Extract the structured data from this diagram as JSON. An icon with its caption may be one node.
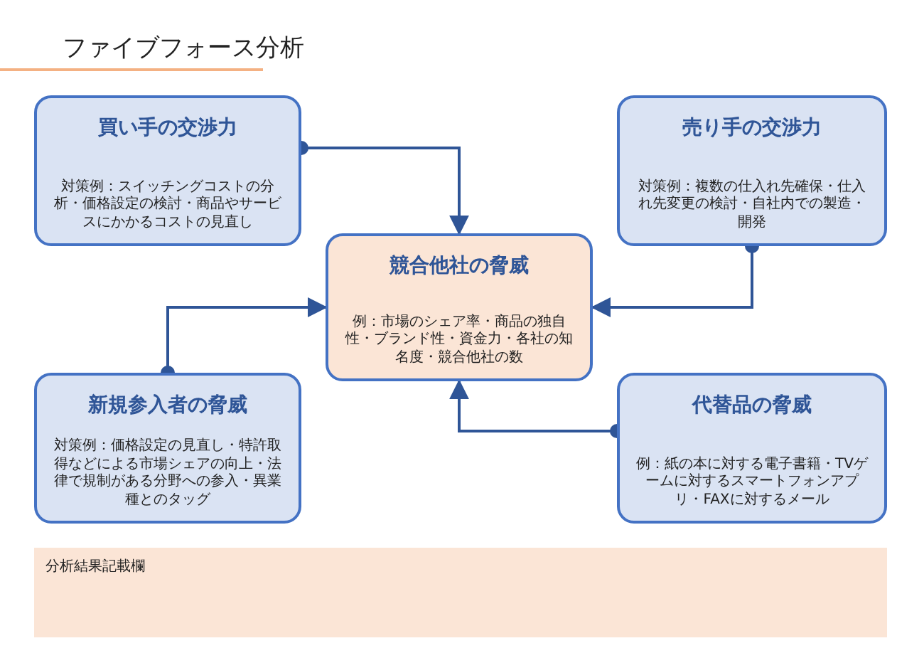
{
  "diagram": {
    "title": "ファイブフォース分析",
    "nodes": [
      {
        "text": [
          "買い手の交渉力",
          "対策例：スイッチングコストの分析・価格設定の検討・商品やサービスにかかるコストの見直し"
        ]
      },
      {
        "text": [
          "売り手の交渉力",
          "対策例：複数の仕入れ先確保・仕入れ先変更の検討・自社内での製造・開発"
        ]
      },
      {
        "text": [
          "競合他社の脅威",
          "例：市場のシェア率・商品の独自性・ブランド性・資金力・各社の知名度・競合他社の数"
        ]
      },
      {
        "text": [
          "新規参入者の脅威",
          "対策例：価格設定の見直し・特許取得などによる市場シェアの向上・法律で規制がある分野への参入・異業種とのタッグ"
        ]
      },
      {
        "text": [
          "代替品の脅威",
          "例：紙の本に対する電子書籍・TVゲームに対するスマートフォンアプリ・FAXに対するメール"
        ]
      },
      {
        "text": [
          "分析結果記載欄"
        ]
      }
    ],
    "edges": [
      {
        "from": 0,
        "to": 2,
        "arrow": "to"
      },
      {
        "from": 1,
        "to": 2,
        "arrow": "to"
      },
      {
        "from": 3,
        "to": 2,
        "arrow": "to"
      },
      {
        "from": 4,
        "to": 2,
        "arrow": "to"
      }
    ]
  }
}
